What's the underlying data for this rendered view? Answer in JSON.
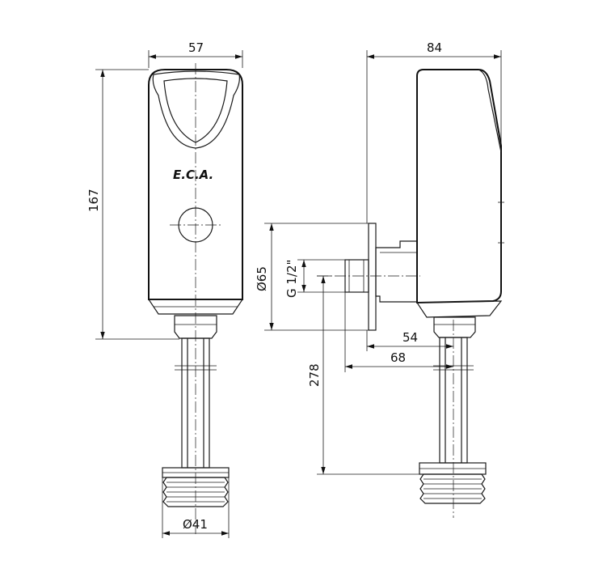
{
  "brand_logo": "E.C.A.",
  "dimensions": {
    "front_width": "57",
    "front_height": "167",
    "pipe_diameter": "Ø41",
    "side_depth": "84",
    "flange_diameter": "Ø65",
    "thread": "G 1/2\"",
    "axis_offset_54": "54",
    "axis_offset_68": "68",
    "total_height": "278"
  }
}
